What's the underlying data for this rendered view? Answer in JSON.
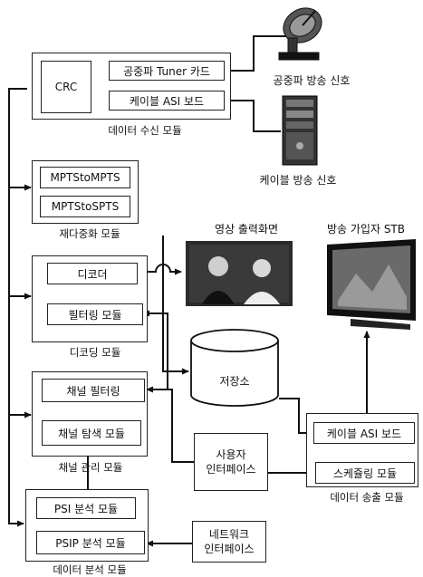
{
  "receive_module": {
    "caption": "데이터 수신 모듈",
    "crc": "CRC",
    "terrestrial_tuner": "공중파 Tuner 카드",
    "cable_asi_board": "케이블 ASI 보드"
  },
  "terrestrial_signal": "공중파 방송 신호",
  "cable_signal": "케이블 방송 신호",
  "remux_module": {
    "caption": "재다중화 모듈",
    "mpts_to_mpts": "MPTStoMPTS",
    "mpts_to_spts": "MPTStoSPTS"
  },
  "video_output": "영상 출력화면",
  "subscriber_stb": "방송 가입자 STB",
  "decode_module": {
    "caption": "디코딩 모듈",
    "decoder": "디코더",
    "filtering": "필터링 모듈"
  },
  "storage": "저장소",
  "channel_module": {
    "caption": "채널 관리 모듈",
    "channel_filtering": "채널 필터링",
    "channel_search": "채널 탐색 모듈"
  },
  "user_interface": {
    "line1": "사용자",
    "line2": "인터페이스"
  },
  "transmit_module": {
    "caption": "데이터 송출 모듈",
    "cable_asi_board": "케이블 ASI 보드",
    "scheduling": "스케쥴링 모듈"
  },
  "analysis_module": {
    "caption": "데이터 분석 모듈",
    "psi": "PSI 분석 모듈",
    "psip": "PSIP 분석 모듈"
  },
  "network_interface": {
    "line1": "네트워크",
    "line2": "인터페이스"
  }
}
